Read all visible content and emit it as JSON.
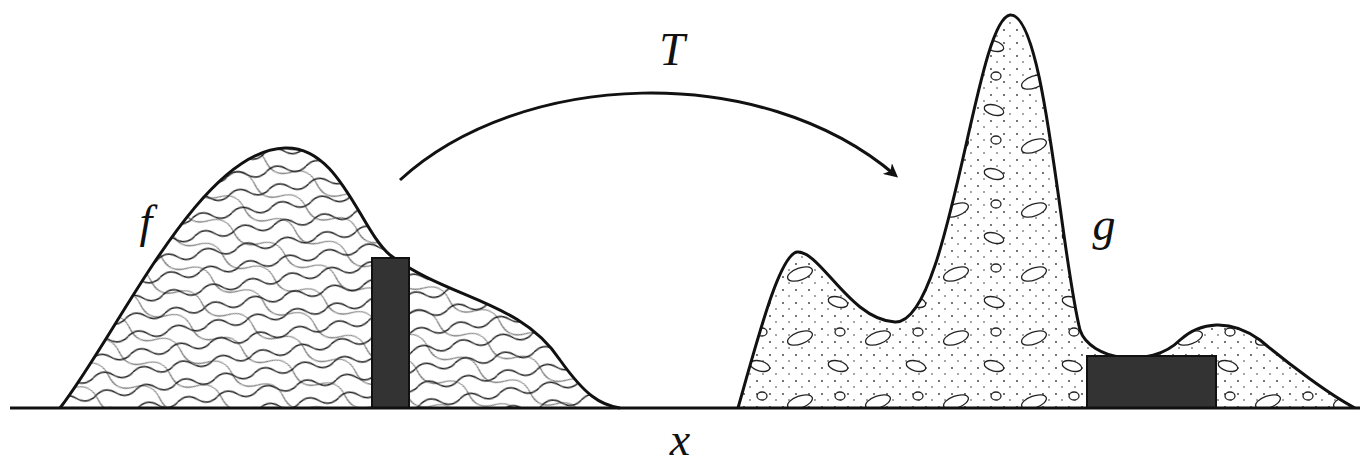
{
  "diagram": {
    "labels": [
      "T",
      "f",
      "g",
      "x"
    ]
  }
}
